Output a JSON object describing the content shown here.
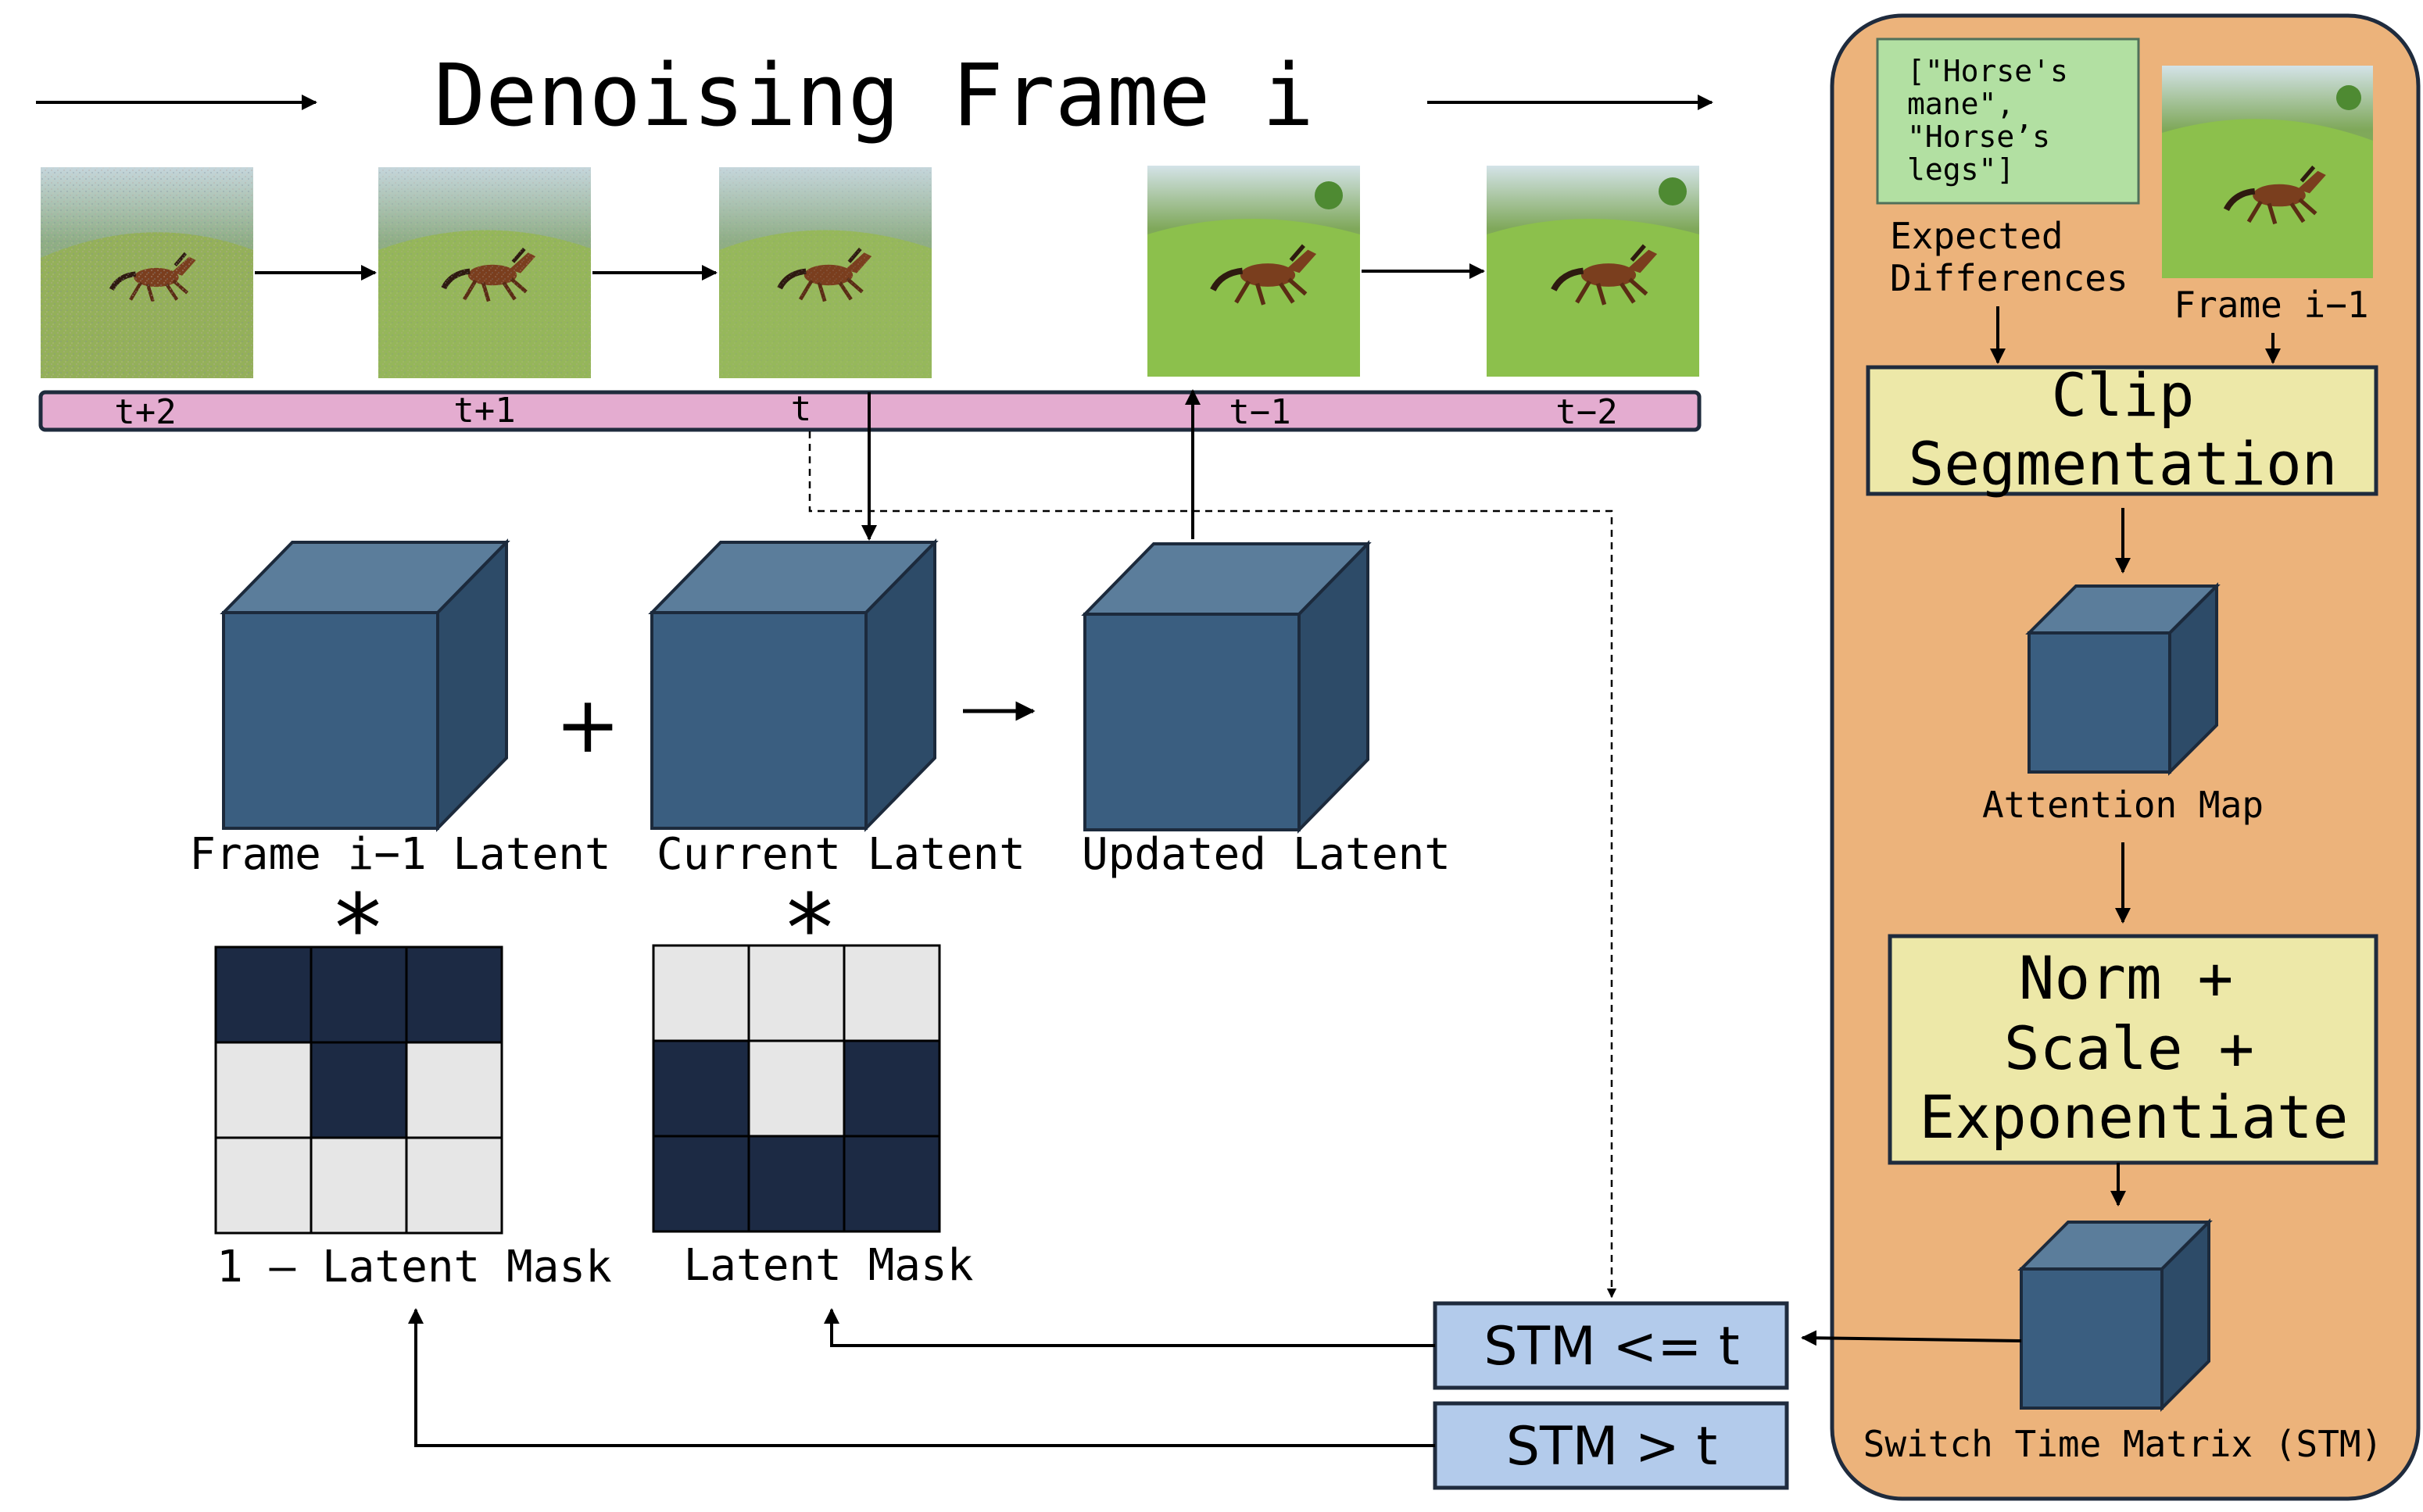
{
  "title": "Denoising Frame i",
  "timesteps": [
    "t+2",
    "t+1",
    "t",
    "t−1",
    "t−2"
  ],
  "frame_thumbnails": [
    "noisy-frame-1",
    "noisy-frame-2",
    "noisy-frame-3",
    "clean-frame-1",
    "clean-frame-2"
  ],
  "operators": {
    "plus": "+",
    "star1": "*",
    "star2": "*"
  },
  "latents": {
    "prev": "Frame i−1 Latent",
    "current": "Current Latent",
    "updated": "Updated Latent"
  },
  "masks": {
    "inverse_label": "1 – Latent Mask",
    "mask_label": "Latent Mask",
    "inverse_grid": [
      [
        1,
        1,
        1
      ],
      [
        0,
        1,
        0
      ],
      [
        0,
        0,
        0
      ]
    ],
    "mask_grid": [
      [
        0,
        0,
        0
      ],
      [
        1,
        0,
        1
      ],
      [
        1,
        1,
        1
      ]
    ]
  },
  "stm_boxes": {
    "le": "STM <= t",
    "gt": "STM > t"
  },
  "panel": {
    "prompt_lines": [
      "[\"Horse's",
      "mane\",",
      "\"Horse’s",
      "legs\"]"
    ],
    "expected_lines": [
      "Expected",
      "Differences"
    ],
    "frame_label": "Frame i−1",
    "clip_lines": [
      "Clip",
      "Segmentation"
    ],
    "attention_label": "Attention Map",
    "norm_lines": [
      "Norm +",
      "Scale +",
      "Exponentiate"
    ],
    "stm_label": "Switch Time Matrix (STM)"
  },
  "colors": {
    "timeline_pink": "#e4acd0",
    "panel_orange": "#ecb37b",
    "box_yellow": "#ede8a8",
    "prompt_green": "#b2e0a2",
    "stm_blue": "#b3cbeb",
    "cube_front": "#3a5e80",
    "cube_top": "#5b7d9b",
    "cube_side": "#2d4b68",
    "mask_dark": "#1c2a44",
    "mask_light": "#e6e6e6"
  }
}
